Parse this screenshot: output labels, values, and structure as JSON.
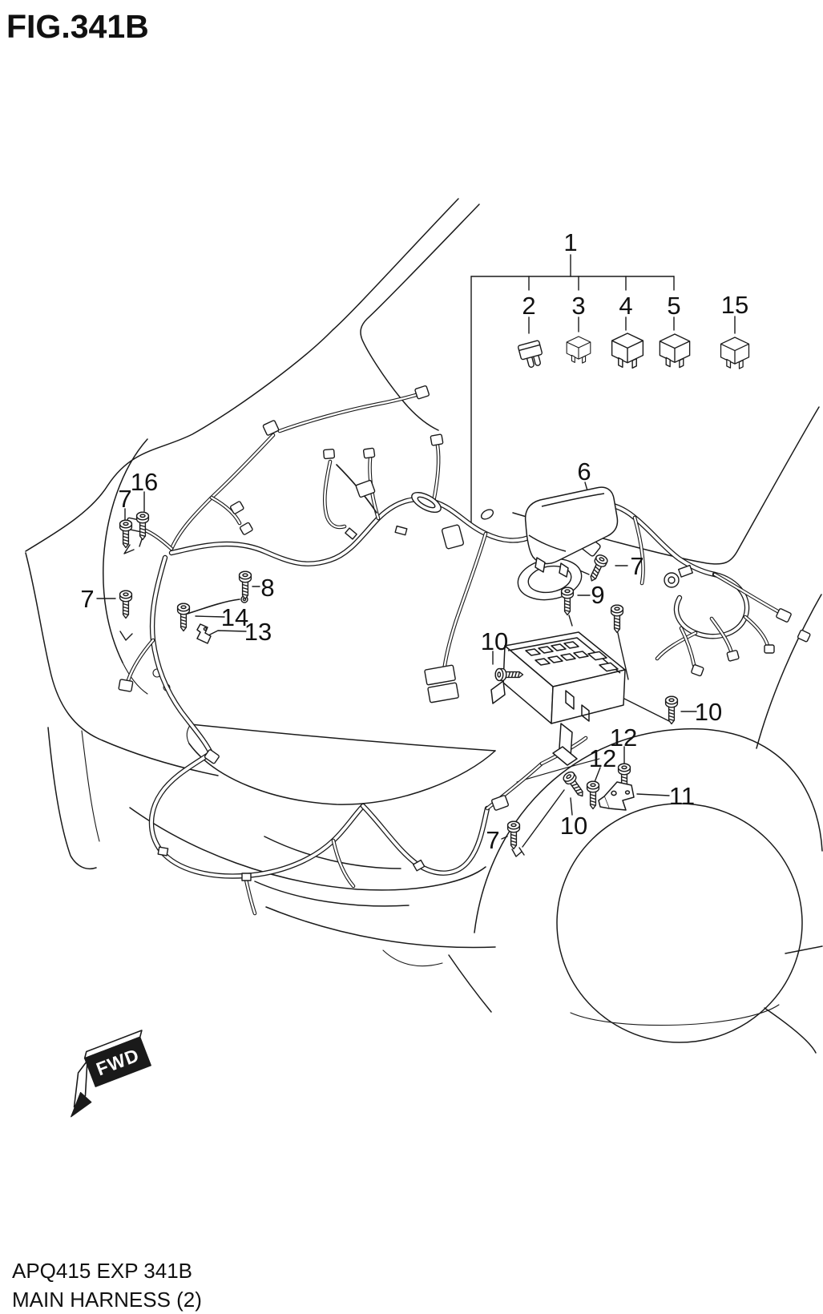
{
  "figure": {
    "title": "FIG.341B"
  },
  "footer": {
    "code": "APQ415 EXP 341B",
    "caption": "MAIN HARNESS (2)"
  },
  "fwd": {
    "label": "FWD"
  },
  "callouts": [
    {
      "ref": "1",
      "part": "fuse-relay-group"
    },
    {
      "ref": "2",
      "part": "blade-fuse"
    },
    {
      "ref": "3",
      "part": "relay-small"
    },
    {
      "ref": "4",
      "part": "relay"
    },
    {
      "ref": "5",
      "part": "relay"
    },
    {
      "ref": "15",
      "part": "relay"
    },
    {
      "ref": "6",
      "part": "fuse-box-cover"
    },
    {
      "ref": "16",
      "part": "screw"
    },
    {
      "ref": "7",
      "part": "screw-top-left"
    },
    {
      "ref": "7",
      "part": "screw-left"
    },
    {
      "ref": "8",
      "part": "screw"
    },
    {
      "ref": "14",
      "part": "screw"
    },
    {
      "ref": "13",
      "part": "clip"
    },
    {
      "ref": "7",
      "part": "screw-mid"
    },
    {
      "ref": "9",
      "part": "screw"
    },
    {
      "ref": "10",
      "part": "screw-box-left"
    },
    {
      "ref": "10",
      "part": "screw-box-right"
    },
    {
      "ref": "12",
      "part": "screw"
    },
    {
      "ref": "12",
      "part": "screw"
    },
    {
      "ref": "11",
      "part": "mount-bracket"
    },
    {
      "ref": "10",
      "part": "screw-box-bottom"
    },
    {
      "ref": "7",
      "part": "screw-bottom"
    }
  ],
  "colors": {
    "ink": "#1a1a1a",
    "paper": "#ffffff"
  },
  "icons": {
    "fwd-arrow-icon": "black 3D forward arrow flag",
    "screw-icon": "pan head screw with threads",
    "relay-icon": "isometric relay cube with prongs",
    "blade-fuse-icon": "mini blade fuse with two legs",
    "fuse-box-cover-icon": "plastic fuse box lid",
    "relay-box-icon": "engine room fuse/relay block",
    "mount-bracket-icon": "L-shaped metal bracket",
    "harness-clip-icon": "bent metal clip"
  }
}
